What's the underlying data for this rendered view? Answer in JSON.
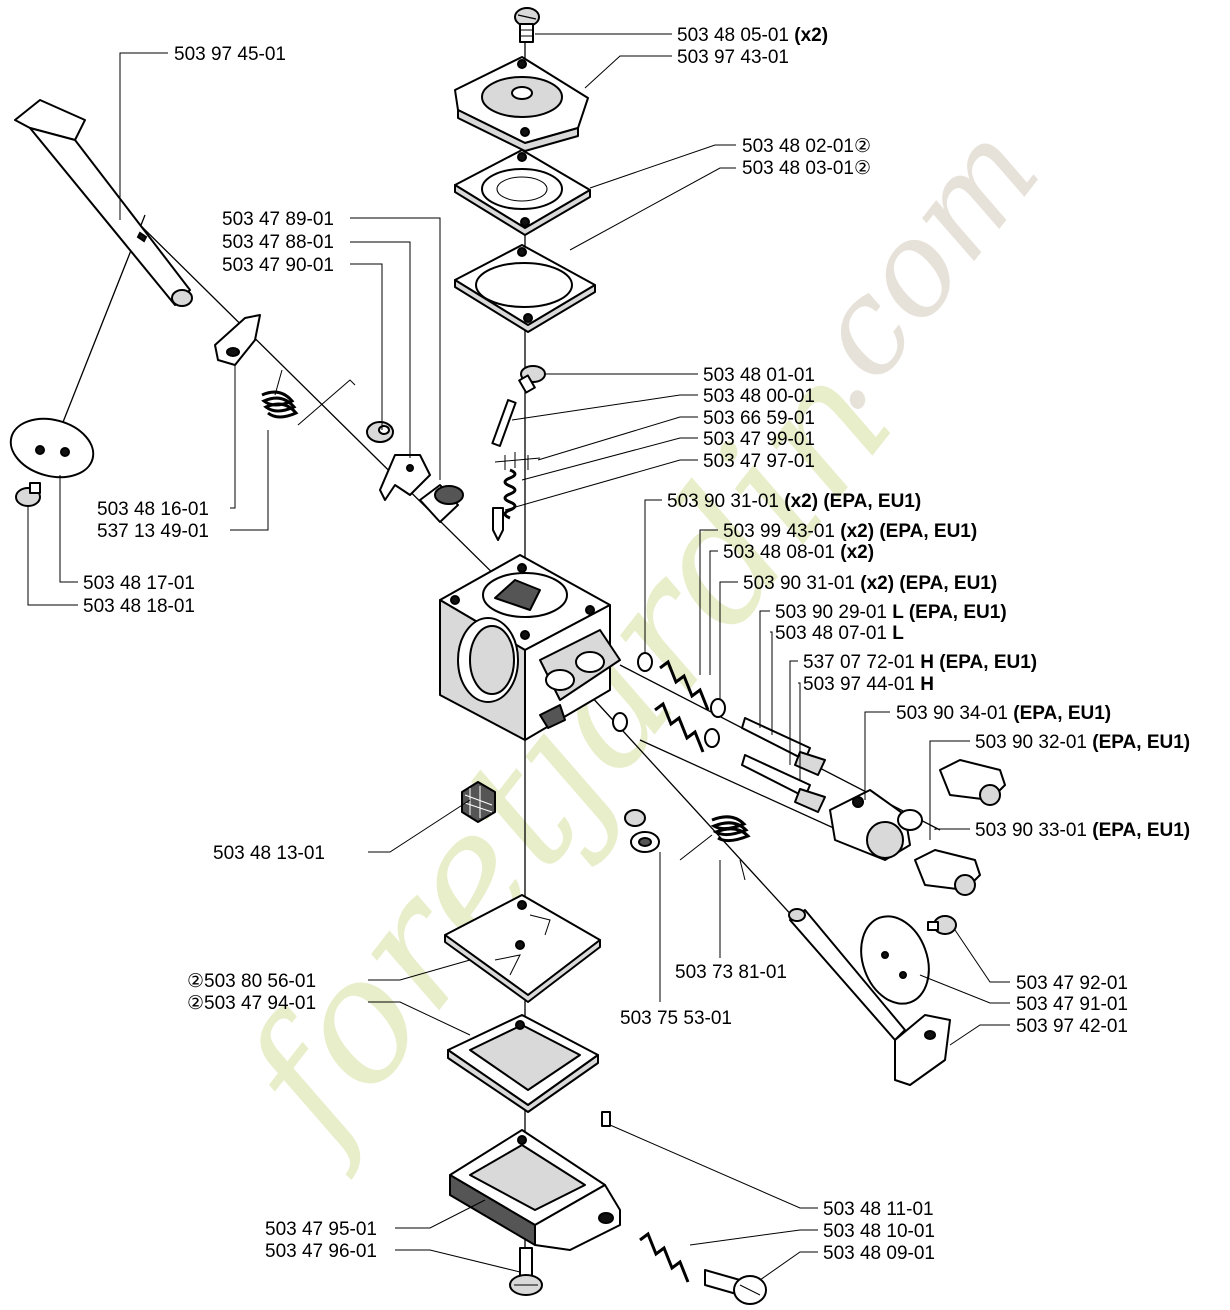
{
  "watermark": {
    "main": "foretjardin",
    "tld": ".com",
    "color": "#e3ecc0"
  },
  "labels": {
    "l1": {
      "text": "503 48 05-01",
      "bold": "(x2)"
    },
    "l2": {
      "text": "503 97 43-01"
    },
    "l3": {
      "text": "503 48 02-01②"
    },
    "l4": {
      "text": "503 48 03-01②"
    },
    "l5": {
      "text": "503 97 45-01"
    },
    "l6": {
      "text": "503 47 89-01"
    },
    "l7": {
      "text": "503 47 88-01"
    },
    "l8": {
      "text": "503 47 90-01"
    },
    "l9": {
      "text": "503 48 01-01"
    },
    "l10": {
      "text": "503 48 00-01"
    },
    "l11": {
      "text": "503 66 59-01"
    },
    "l12": {
      "text": "503 47 99-01"
    },
    "l13": {
      "text": "503 47 97-01"
    },
    "l14": {
      "text": "503 90 31-01",
      "bold": "(x2) (EPA, EU1)"
    },
    "l15": {
      "text": "503 99 43-01",
      "bold": "(x2) (EPA, EU1)"
    },
    "l16": {
      "text": "503 48 08-01",
      "bold": "(x2)"
    },
    "l17": {
      "text": "503 90 31-01",
      "bold": "(x2) (EPA, EU1)"
    },
    "l18": {
      "text": "503 90 29-01",
      "bold": "L (EPA, EU1)"
    },
    "l19": {
      "text": "503 48 07-01",
      "bold": "L"
    },
    "l20": {
      "text": "537 07 72-01",
      "bold": "H (EPA, EU1)"
    },
    "l21": {
      "text": "503 97 44-01",
      "bold": "H"
    },
    "l22": {
      "text": "503 90 34-01",
      "bold": "(EPA, EU1)"
    },
    "l23": {
      "text": "503 90 32-01",
      "bold": "(EPA, EU1)"
    },
    "l24": {
      "text": "503 90 33-01",
      "bold": "(EPA, EU1)"
    },
    "l25": {
      "text": "503 48 16-01"
    },
    "l26": {
      "text": "537 13 49-01"
    },
    "l27": {
      "text": "503 48 17-01"
    },
    "l28": {
      "text": "503 48 18-01"
    },
    "l29": {
      "text": "503 48 13-01"
    },
    "l30": {
      "text": "503 73 81-01"
    },
    "l31": {
      "text": "503 75 53-01"
    },
    "l32": {
      "text": "②503 80 56-01"
    },
    "l33": {
      "text": "②503 47 94-01"
    },
    "l34": {
      "text": "503 47 92-01"
    },
    "l35": {
      "text": "503 47 91-01"
    },
    "l36": {
      "text": "503 97 42-01"
    },
    "l37": {
      "text": "503 48 11-01"
    },
    "l38": {
      "text": "503 48 10-01"
    },
    "l39": {
      "text": "503 48 09-01"
    },
    "l40": {
      "text": "503 47 95-01"
    },
    "l41": {
      "text": "503 47 96-01"
    }
  }
}
